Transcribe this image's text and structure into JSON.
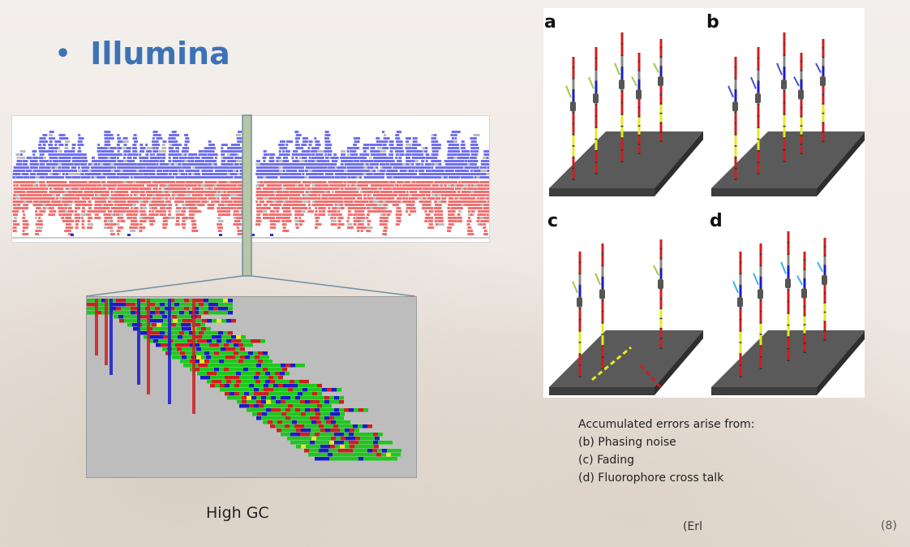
{
  "slide": {
    "bullet_symbol": "•",
    "title": "Illumina",
    "caption_gc": "High GC",
    "figure_labels": {
      "a": "a",
      "b": "b",
      "c": "c",
      "d": "d"
    },
    "errors_heading": "Accumulated errors arise from:",
    "errors": [
      "(b) Phasing noise",
      "(c) Fading",
      "(d) Fluorophore cross talk"
    ],
    "citation": "(Erl",
    "page_number": "(8)"
  },
  "colors": {
    "title": "#3e72b7",
    "forward_reads": "#6f6ff0",
    "reverse_reads": "#f07070",
    "base_A": "#1ec81e",
    "base_C": "#1a1acd",
    "base_G": "#d01e1e",
    "base_T": "#e8e820",
    "surface": "#5a5a5a"
  },
  "icons": {
    "bullet": "bullet-dot-icon"
  }
}
